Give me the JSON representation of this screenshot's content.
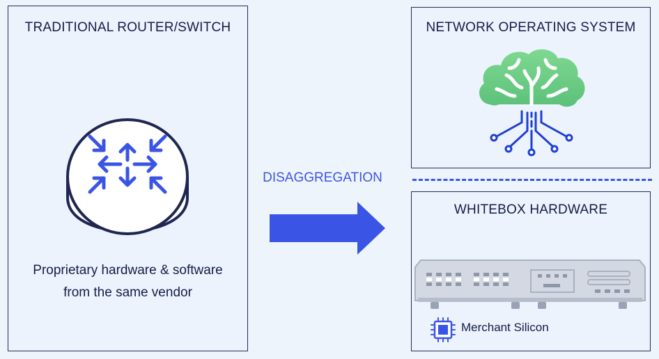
{
  "traditional": {
    "title": "TRADITIONAL ROUTER/SWITCH",
    "description_line1": "Proprietary hardware & software",
    "description_line2": "from the same vendor",
    "icon": "router-icon"
  },
  "transition": {
    "label": "DISAGGREGATION",
    "icon": "right-arrow-icon"
  },
  "nos": {
    "title": "NETWORK OPERATING SYSTEM",
    "icon": "brain-circuit-icon"
  },
  "whitebox": {
    "title": "WHITEBOX HARDWARE",
    "chip_label": "Merchant Silicon",
    "icon": "switch-hardware-icon",
    "chip_icon": "chip-icon"
  },
  "colors": {
    "accent_blue": "#3a55e6",
    "dark_navy": "#232a52",
    "brain_green": "#6fce86",
    "background": "#eef4fc"
  }
}
